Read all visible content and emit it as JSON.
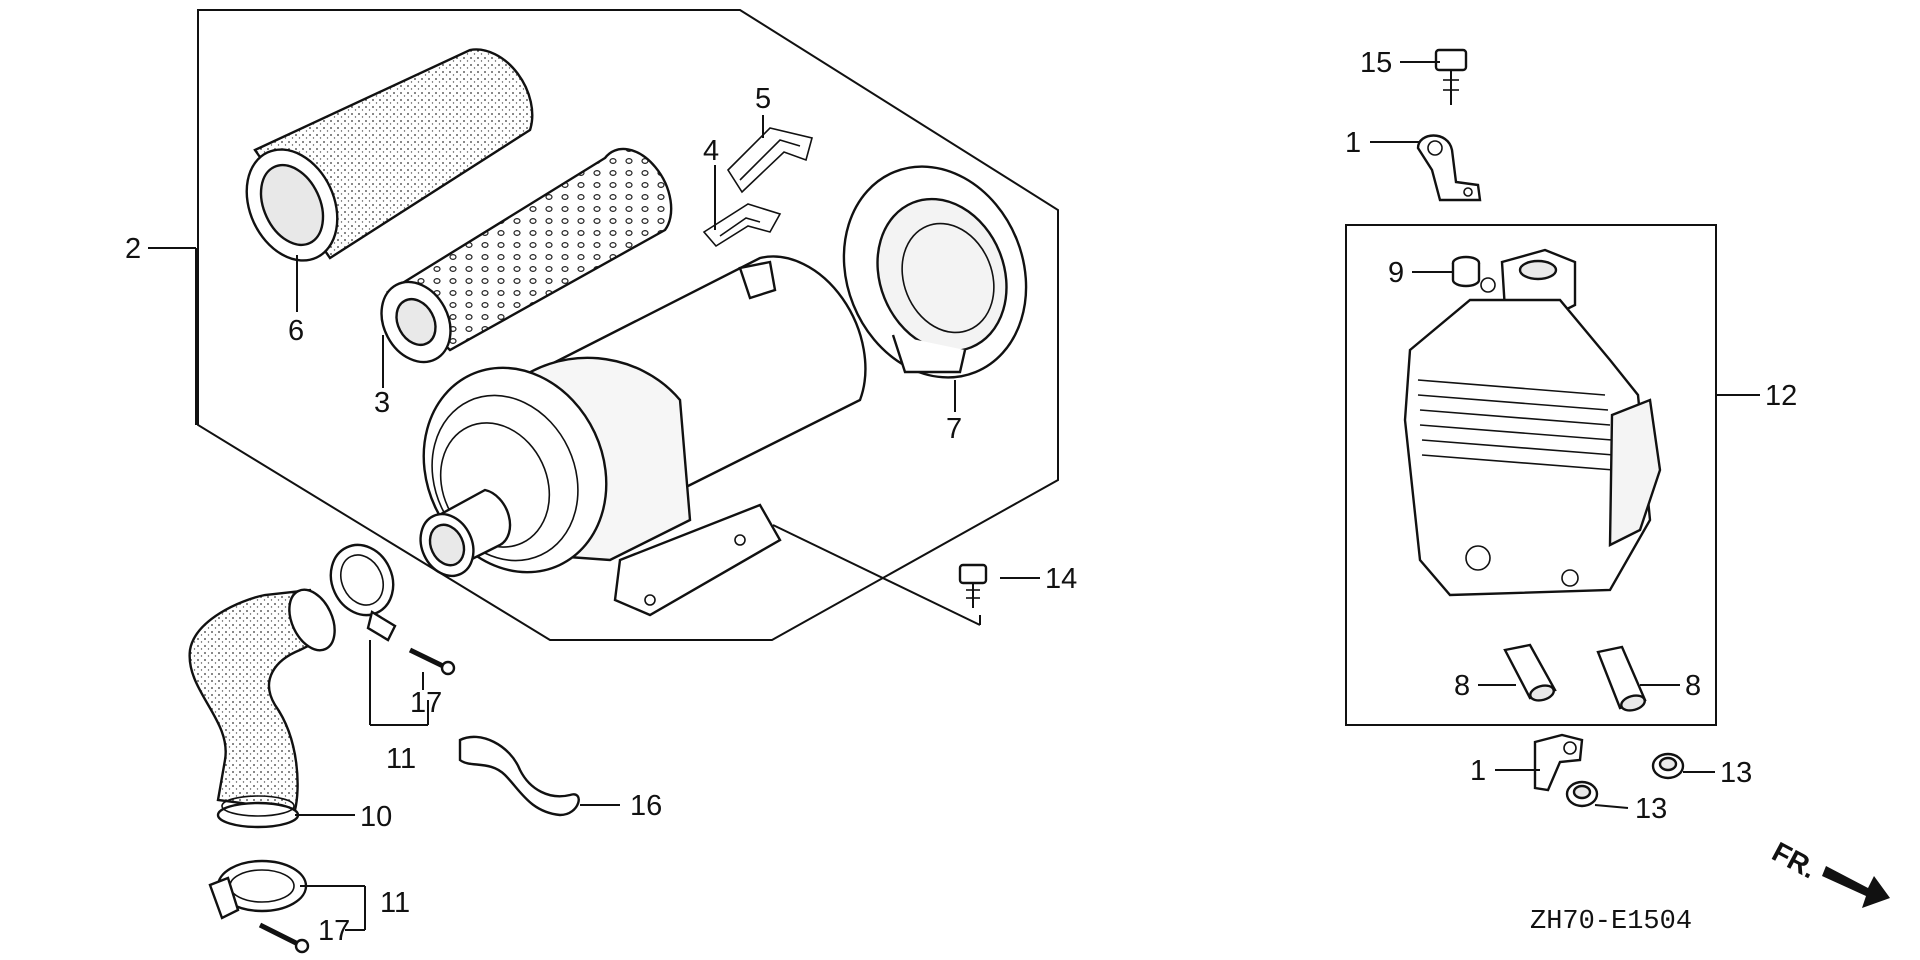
{
  "diagram_code": "ZH70-E1504",
  "front_marker": "FR.",
  "callouts": [
    {
      "id": "c2",
      "text": "2"
    },
    {
      "id": "c6",
      "text": "6"
    },
    {
      "id": "c3",
      "text": "3"
    },
    {
      "id": "c4",
      "text": "4"
    },
    {
      "id": "c5",
      "text": "5"
    },
    {
      "id": "c7",
      "text": "7"
    },
    {
      "id": "c14",
      "text": "14"
    },
    {
      "id": "c17a",
      "text": "17"
    },
    {
      "id": "c11a",
      "text": "11"
    },
    {
      "id": "c16",
      "text": "16"
    },
    {
      "id": "c10",
      "text": "10"
    },
    {
      "id": "c11b",
      "text": "11"
    },
    {
      "id": "c17b",
      "text": "17"
    },
    {
      "id": "c15",
      "text": "15"
    },
    {
      "id": "c1a",
      "text": "1"
    },
    {
      "id": "c9",
      "text": "9"
    },
    {
      "id": "c12",
      "text": "12"
    },
    {
      "id": "c8a",
      "text": "8"
    },
    {
      "id": "c8b",
      "text": "8"
    },
    {
      "id": "c1b",
      "text": "1"
    },
    {
      "id": "c13a",
      "text": "13"
    },
    {
      "id": "c13b",
      "text": "13"
    }
  ]
}
